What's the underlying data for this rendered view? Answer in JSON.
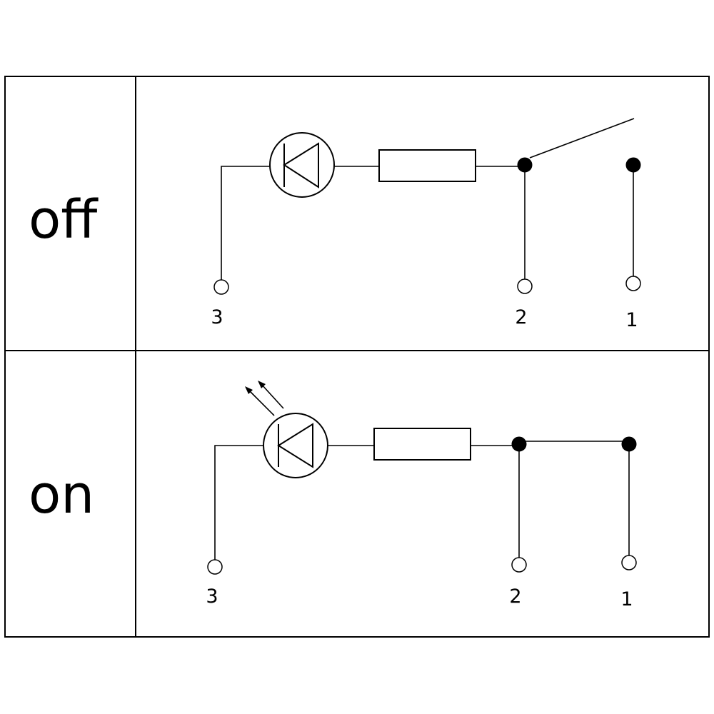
{
  "rows": [
    {
      "state_label": "off",
      "pins": [
        "3",
        "2",
        "1"
      ],
      "switch_closed": false,
      "led_emitting": false
    },
    {
      "state_label": "on",
      "pins": [
        "3",
        "2",
        "1"
      ],
      "switch_closed": true,
      "led_emitting": true
    }
  ]
}
